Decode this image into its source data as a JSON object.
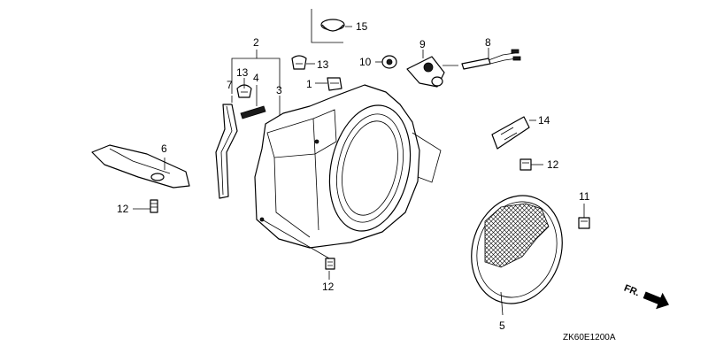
{
  "diagram": {
    "drawing_code": "ZK60E1200A",
    "direction_label": "FR.",
    "callouts": [
      {
        "id": "c15",
        "label": "15"
      },
      {
        "id": "c2",
        "label": "2"
      },
      {
        "id": "c7",
        "label": "7"
      },
      {
        "id": "c13a",
        "label": "13"
      },
      {
        "id": "c4",
        "label": "4"
      },
      {
        "id": "c3",
        "label": "3"
      },
      {
        "id": "c13b",
        "label": "13"
      },
      {
        "id": "c1",
        "label": "1"
      },
      {
        "id": "c10",
        "label": "10"
      },
      {
        "id": "c9",
        "label": "9"
      },
      {
        "id": "c8",
        "label": "8"
      },
      {
        "id": "c14",
        "label": "14"
      },
      {
        "id": "c12a",
        "label": "12"
      },
      {
        "id": "c6",
        "label": "6"
      },
      {
        "id": "c12b",
        "label": "12"
      },
      {
        "id": "c11",
        "label": "11"
      },
      {
        "id": "c12c",
        "label": "12"
      },
      {
        "id": "c5",
        "label": "5"
      }
    ]
  }
}
